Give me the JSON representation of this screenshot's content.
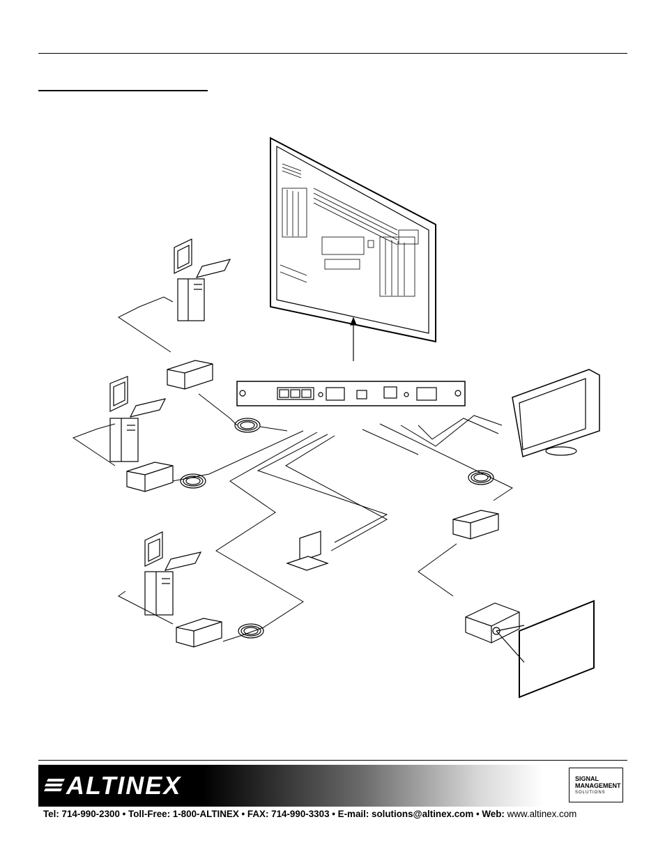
{
  "header": {
    "section_heading": ""
  },
  "footer": {
    "brand": "ALTINEX",
    "badge_line1": "SIGNAL",
    "badge_line2": "MANAGEMENT",
    "badge_line3": "SOLUTIONS",
    "contact_prefix": "Tel: 714-990-2300 • Toll-Free: 1-800-ALTINEX • FAX: 714-990-3303 • E-mail: solutions@altinex.com • Web: ",
    "contact_web": "www.altinex.com"
  },
  "colors": {
    "ink": "#000000",
    "paper": "#ffffff"
  },
  "icons": [
    "flat-panel-display-icon",
    "interface-card-icon",
    "desktop-computer-icon",
    "transmitter-box-icon",
    "cable-coil-icon",
    "laptop-icon",
    "lcd-monitor-icon",
    "receiver-box-icon",
    "projector-icon",
    "projection-screen-icon",
    "arrow-up-icon"
  ]
}
